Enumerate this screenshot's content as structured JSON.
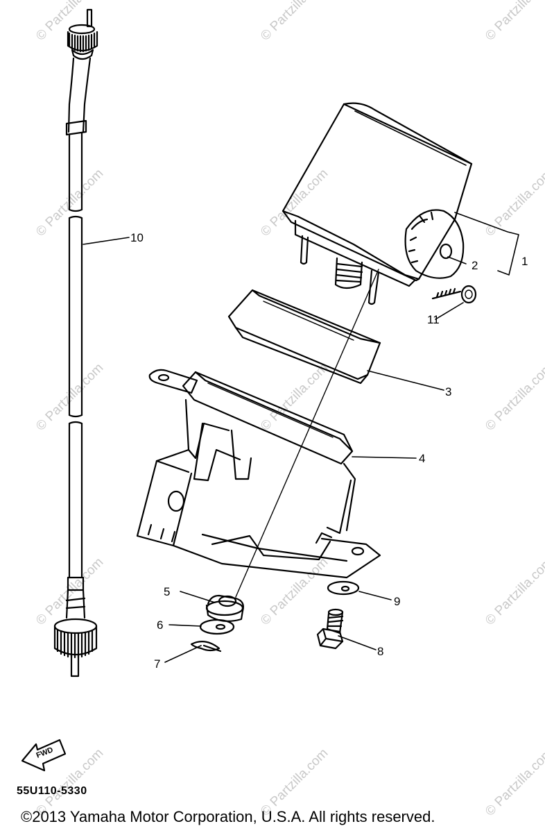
{
  "watermark_text": "© Partzilla.com",
  "callouts": {
    "p1": "1",
    "p2": "2",
    "p3": "3",
    "p4": "4",
    "p5": "5",
    "p6": "6",
    "p7": "7",
    "p8": "8",
    "p9": "9",
    "p10": "10",
    "p11": "11"
  },
  "front_arrow_label": "FWD",
  "part_code": "55U110-5330",
  "copyright": "©2013 Yamaha Motor Corporation, U.S.A. All rights reserved."
}
